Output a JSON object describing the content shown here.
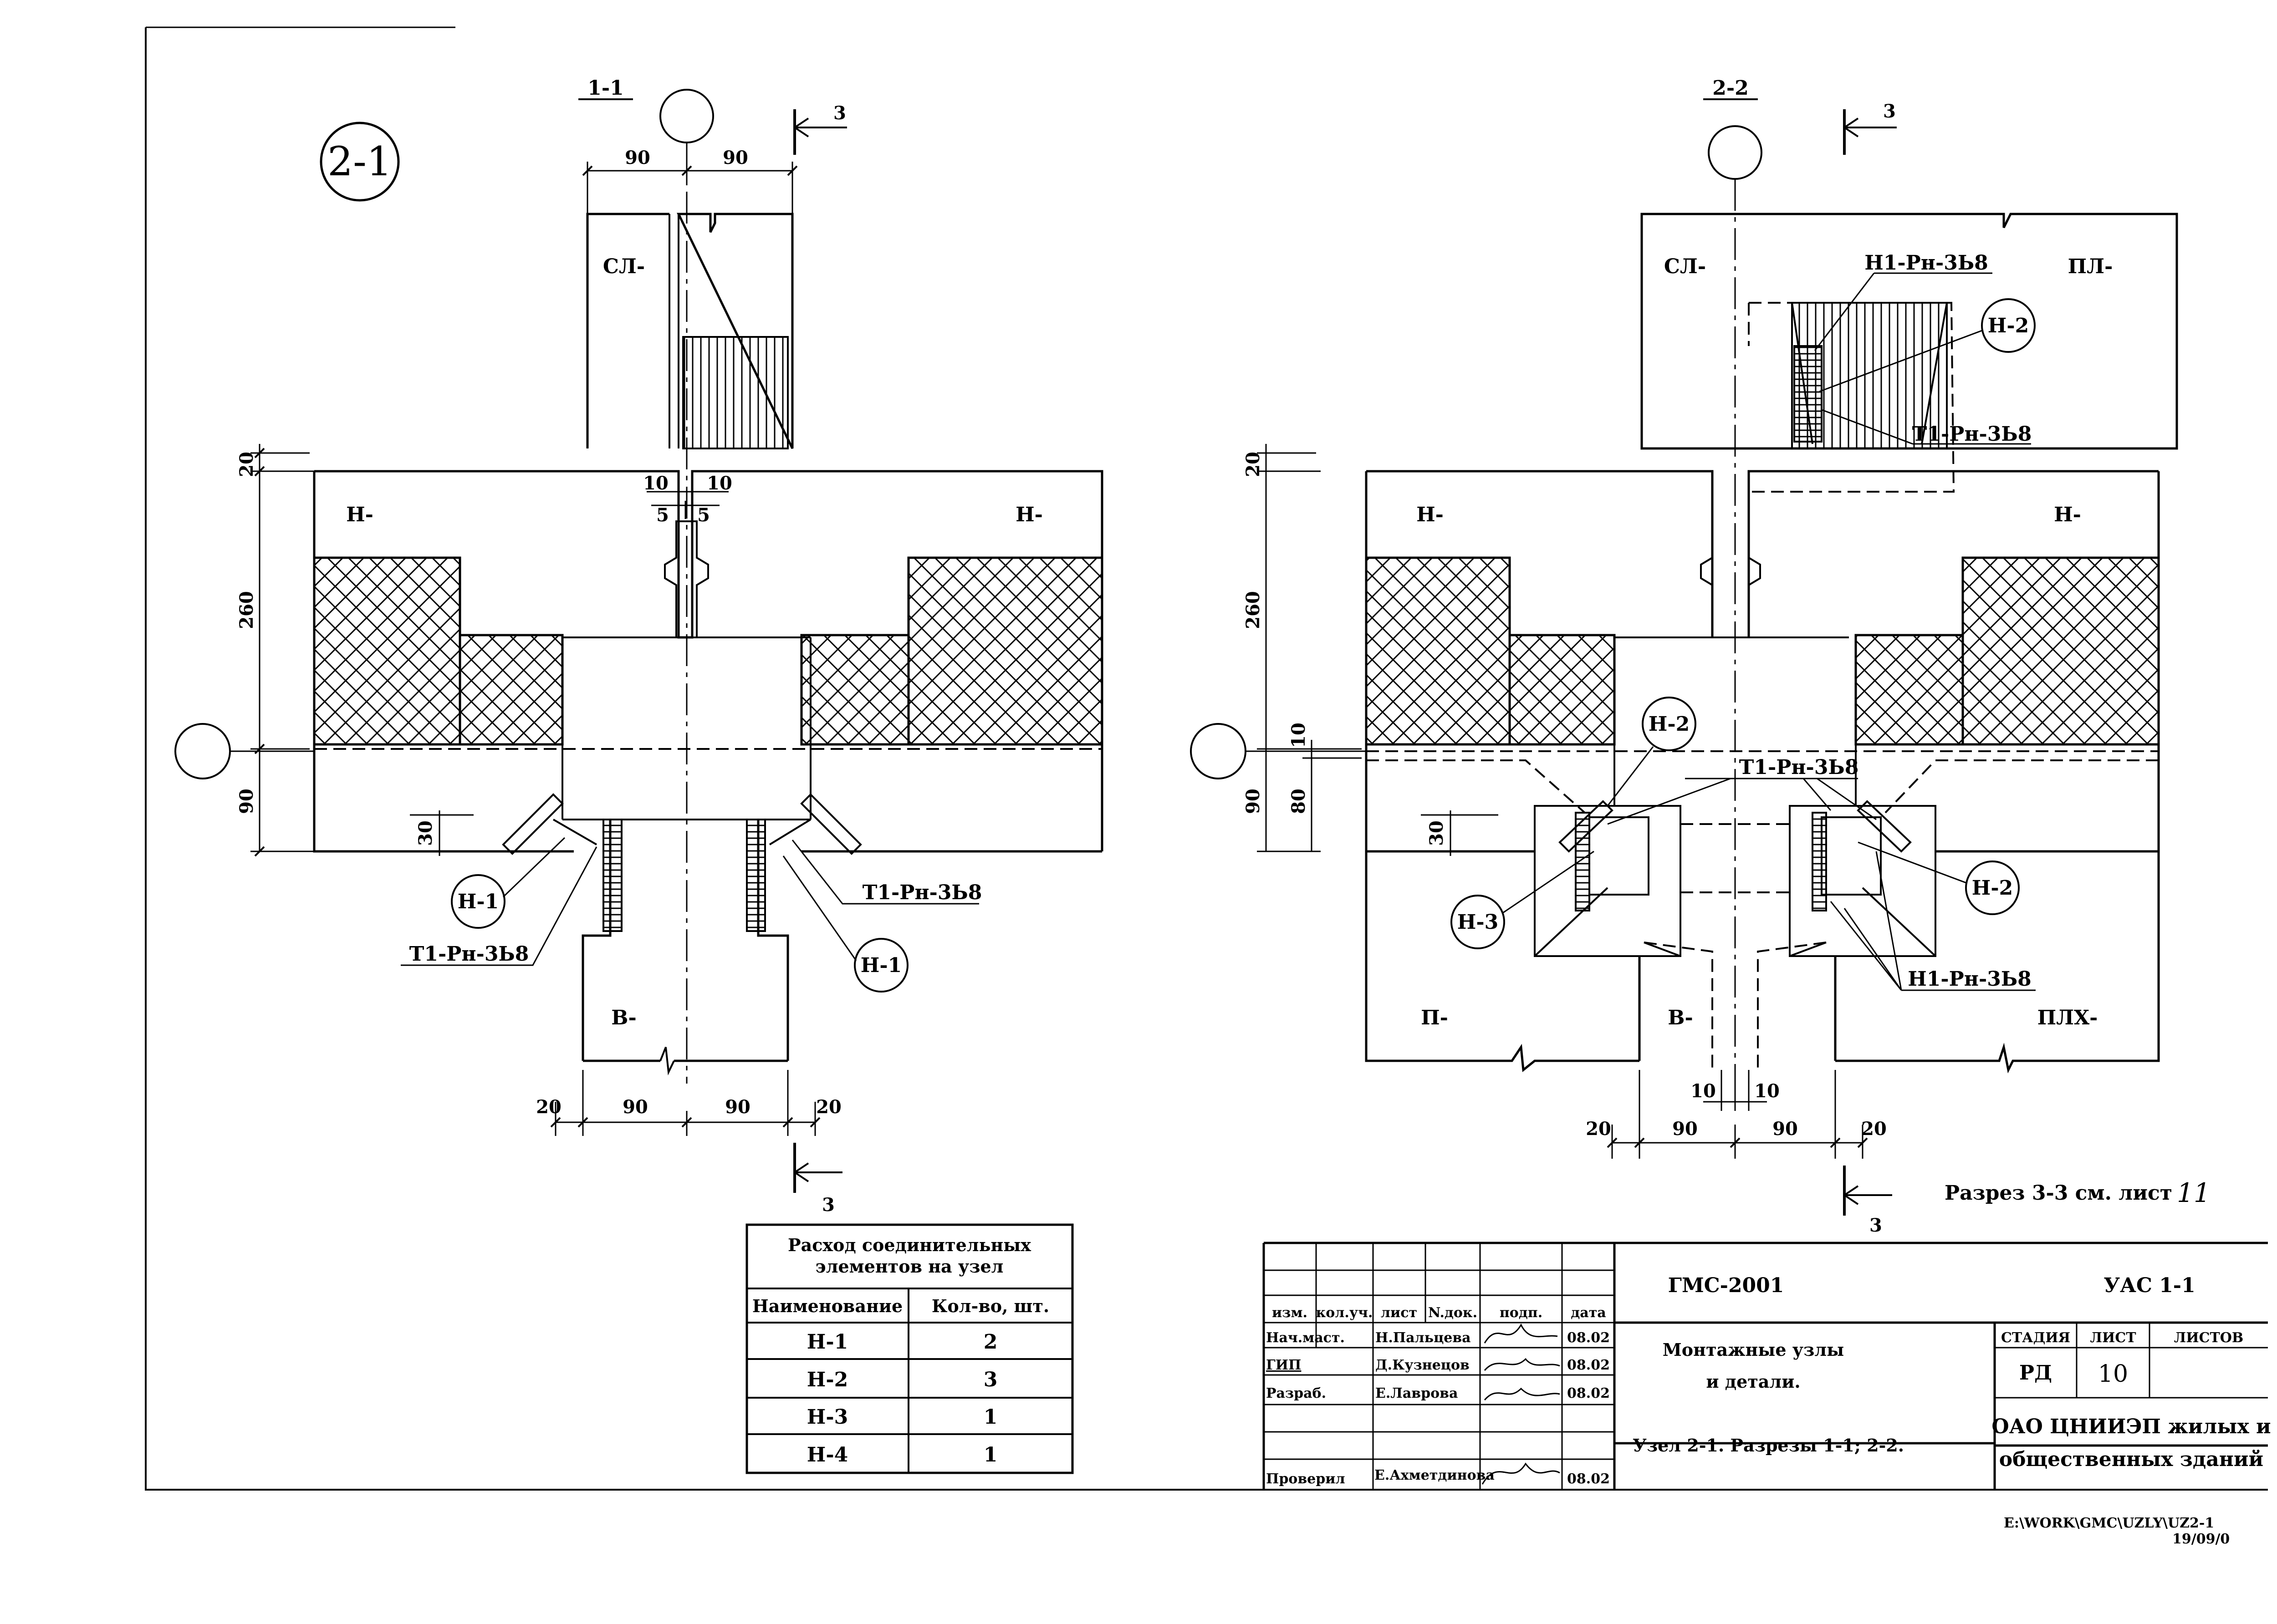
{
  "node_label": "2-1",
  "section_1": {
    "title": "1-1",
    "cut_mark": "3",
    "labels": {
      "sl": "СЛ-",
      "n_left": "Н-",
      "n_right": "Н-",
      "v": "В-"
    },
    "dims": {
      "top_left": "90",
      "top_right": "90",
      "gap_a": "10",
      "gap_b": "10",
      "gap_c": "5",
      "gap_d": "5",
      "h20": "20",
      "h260": "260",
      "h90": "90",
      "h30": "30",
      "b20a": "20",
      "b90a": "90",
      "b90b": "90",
      "b20b": "20"
    },
    "callouts": {
      "n1_left": "Н-1",
      "t1_left": "Т1-Рн-3Ь8",
      "t1_right": "Т1-Рн-3Ь8",
      "n1_right": "Н-1"
    }
  },
  "section_2": {
    "title": "2-2",
    "cut_mark": "3",
    "labels": {
      "sl": "СЛ-",
      "pl": "ПЛ-",
      "n_left": "Н-",
      "n_right": "Н-",
      "p": "П-",
      "v": "В-",
      "plh": "ПЛХ-"
    },
    "dims": {
      "h20": "20",
      "h260": "260",
      "h10": "10",
      "h90": "90",
      "h80": "80",
      "h30": "30",
      "g10a": "10",
      "g10b": "10",
      "b20a": "20",
      "b90a": "90",
      "b90b": "90",
      "b20b": "20"
    },
    "callouts": {
      "h1_top": "Н1-Рн-3Ь8",
      "n2_top": "Н-2",
      "t1_top": "Т1-Рн-3Ь8",
      "n2_left": "Н-2",
      "t1_mid": "Т1-Рн-3Ь8",
      "n3": "Н-3",
      "n2_right": "Н-2",
      "h1_bottom": "Н1-Рн-3Ь8"
    },
    "note": "Разрез 3-3 см. лист",
    "note_sheet": "11"
  },
  "spec_table": {
    "title_1": "Расход соединительных",
    "title_2": "элементов на узел",
    "headers": [
      "Наименование",
      "Кол-во, шт."
    ],
    "rows": [
      [
        "Н-1",
        "2"
      ],
      [
        "Н-2",
        "3"
      ],
      [
        "Н-3",
        "1"
      ],
      [
        "Н-4",
        "1"
      ]
    ]
  },
  "title_block": {
    "col_headers": [
      "изм.",
      "кол.уч.",
      "лист",
      "N.док.",
      "подп.",
      "дата"
    ],
    "rows": [
      {
        "role": "Нач.маст.",
        "name": "Н.Пальцева",
        "date": "08.02"
      },
      {
        "role": "ГИП",
        "name": "Д.Кузнецов",
        "date": "08.02"
      },
      {
        "role": "Разраб.",
        "name": "Е.Лаврова",
        "date": "08.02"
      },
      {
        "role": "Проверил",
        "name": "Е.Ахметдинова",
        "date": "08.02"
      }
    ],
    "project": "ГМС-2001",
    "code": "УАС 1-1",
    "desc_1": "Монтажные узлы",
    "desc_2": "и детали.",
    "sheet_title": "Узел 2-1.  Разрезы 1-1; 2-2.",
    "stage_header": "СТАДИЯ",
    "sheet_header": "ЛИСТ",
    "sheets_header": "ЛИСТОВ",
    "stage": "РД",
    "sheet": "10",
    "org_1": "ОАО ЦНИИЭП жилых и",
    "org_2": "общественных зданий"
  },
  "file_path": "E:\\WORK\\GMC\\UZLY\\UZ2-1",
  "file_date": "19/09/0"
}
